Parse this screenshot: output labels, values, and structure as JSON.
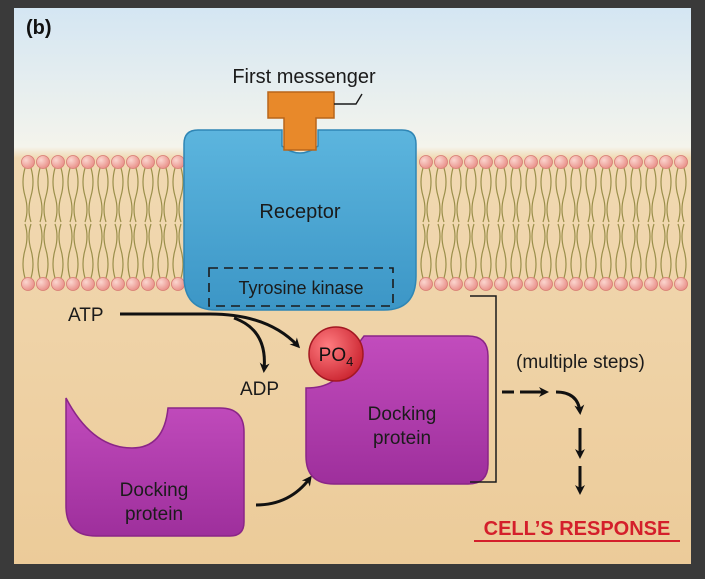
{
  "panel_label": "(b)",
  "labels": {
    "first_messenger": "First messenger",
    "receptor": "Receptor",
    "tyrosine_kinase": "Tyrosine kinase",
    "atp": "ATP",
    "adp": "ADP",
    "po4_base": "PO",
    "po4_sub": "4",
    "docking_line1": "Docking",
    "docking_line2": "protein",
    "multiple_steps": "(multiple steps)",
    "cells_response": "CELL’S RESPONSE"
  },
  "colors": {
    "frame": "#3a3a3a",
    "extracellular_top": "#dceaf4",
    "cytoplasm": "#efd3a8",
    "receptor": "#4aa6d3",
    "messenger": "#e8892a",
    "docking": "#b43db0",
    "phosphate": "#e23b45",
    "lipid_head": "#f0a7a0",
    "response_text": "#d41f2b"
  }
}
